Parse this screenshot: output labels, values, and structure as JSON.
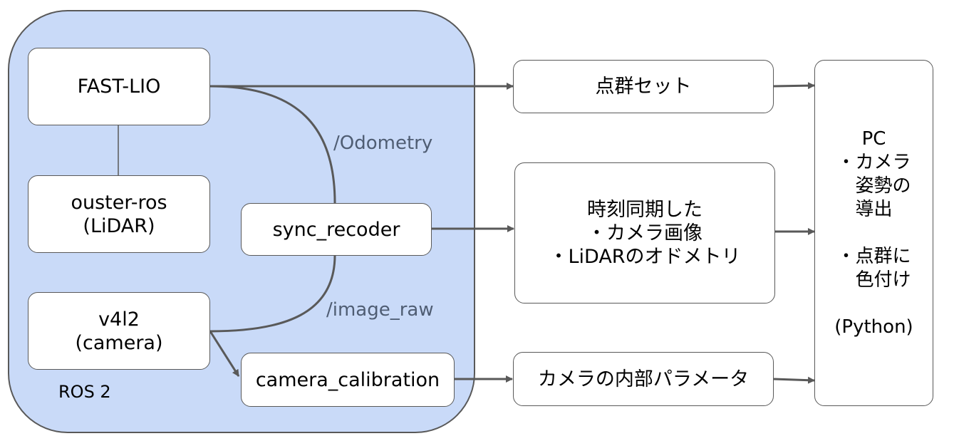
{
  "ros": {
    "label": "ROS 2"
  },
  "nodes": {
    "fast_lio": "FAST-LIO",
    "ouster": "ouster-ros\n(LiDAR)",
    "sync": "sync_recoder",
    "v4l2": "v4l2\n(camera)",
    "calib": "camera_calibration"
  },
  "outputs": {
    "pointcloud": "点群セット",
    "synced": "時刻同期した\n・カメラ画像\n・LiDARのオドメトリ",
    "intrinsics": "カメラの内部パラメータ"
  },
  "pc": {
    "title": "PC",
    "lines": "・カメラ\n　姿勢の\n　導出\n\n・点群に\n　色付け"
  },
  "pc_lang": "(Python)",
  "topics": {
    "odometry": "/Odometry",
    "image": "/image_raw"
  },
  "colors": {
    "region": "#c9daf8",
    "stroke": "#595959",
    "topic_text": "#4f5d73"
  }
}
